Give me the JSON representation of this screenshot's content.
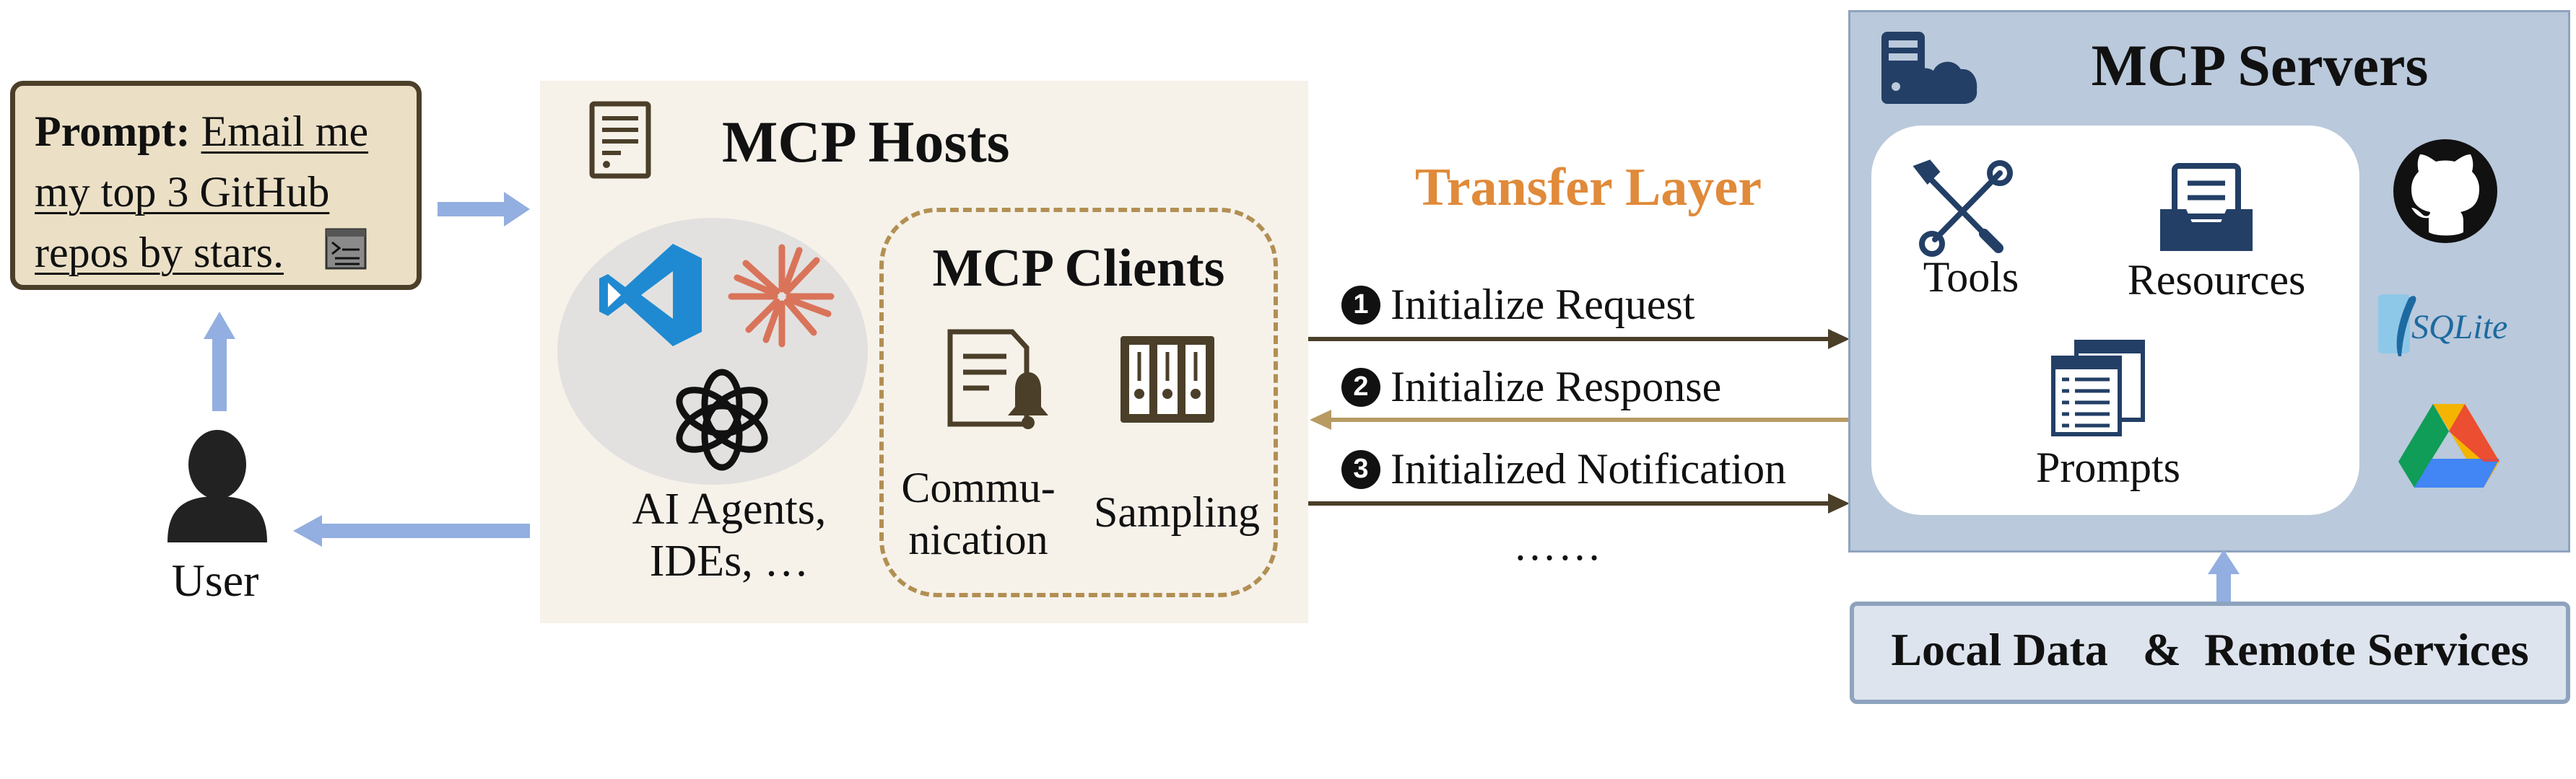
{
  "prompt": {
    "label": "Prompt:",
    "line1": "Email me",
    "line2": "my top 3 GitHub",
    "line3": "repos by stars."
  },
  "user": {
    "label": "User"
  },
  "hosts": {
    "title": "MCP Hosts",
    "agents_line1": "AI Agents,",
    "agents_line2": "IDEs, …"
  },
  "clients": {
    "title": "MCP Clients",
    "communication_line1": "Commu-",
    "communication_line2": "nication",
    "sampling": "Sampling"
  },
  "transfer": {
    "title": "Transfer Layer",
    "steps": [
      {
        "num": "1",
        "label": "Initialize Request"
      },
      {
        "num": "2",
        "label": "Initialize Response"
      },
      {
        "num": "3",
        "label": "Initialized Notification"
      }
    ],
    "ellipsis": "……"
  },
  "servers": {
    "title": "MCP Servers",
    "tools": "Tools",
    "resources": "Resources",
    "prompts": "Prompts",
    "sqlite": "SQLite"
  },
  "local": {
    "label": "Local Data   &  Remote Services"
  },
  "colors": {
    "arrow_blue": "#93aee0",
    "arrow_dark": "#4b3f29",
    "arrow_gold": "#b79b63",
    "accent_orange": "#e08a3a",
    "icon_brown": "#4b3f29",
    "icon_navy": "#233f66"
  }
}
